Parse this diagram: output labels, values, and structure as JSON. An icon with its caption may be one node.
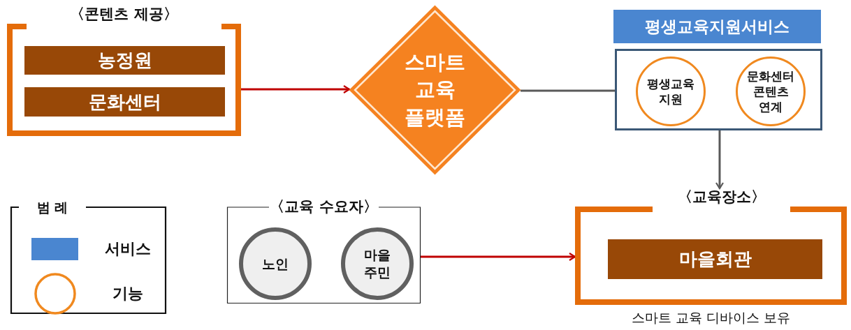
{
  "diagram": {
    "nodes": [
      {
        "text": [
          "〈콘텐츠 제공〉"
        ]
      },
      {
        "text": [
          "농정원"
        ],
        "in": 0
      },
      {
        "text": [
          "문화센터"
        ],
        "in": 0
      },
      {
        "text": [
          "스마트 교육 플랫폼"
        ]
      },
      {
        "text": [
          "평생교육지원서비스"
        ]
      },
      {
        "text": [],
        "shape": "box"
      },
      {
        "text": [
          "평생교육 지원"
        ],
        "in": 5
      },
      {
        "text": [
          "문화센터 콘텐츠 연계"
        ],
        "in": 5
      },
      {
        "text": [
          "〈교육 수요자〉"
        ]
      },
      {
        "text": [
          "노인"
        ],
        "in": 8
      },
      {
        "text": [
          "마을 주민"
        ],
        "in": 8
      },
      {
        "text": [
          "〈교육장소〉"
        ],
        "beside": [
          "스마트 교육 디바이스 보유"
        ]
      },
      {
        "text": [
          "마을회관"
        ],
        "in": 11
      }
    ],
    "edges": [
      {
        "from": 0,
        "to": 3,
        "arrow": "to",
        "color": "#c00000"
      },
      {
        "from": 3,
        "to": 5,
        "arrow": "none",
        "color": "#595959"
      },
      {
        "from": 5,
        "to": 11,
        "arrow": "to",
        "color": "#595959"
      },
      {
        "from": 8,
        "to": 11,
        "arrow": "to",
        "color": "#c00000"
      }
    ],
    "labels": [
      "범 례"
    ],
    "legend": [
      {
        "text": "서비스",
        "color": "#4a86d0"
      },
      {
        "text": "기능"
      }
    ]
  }
}
